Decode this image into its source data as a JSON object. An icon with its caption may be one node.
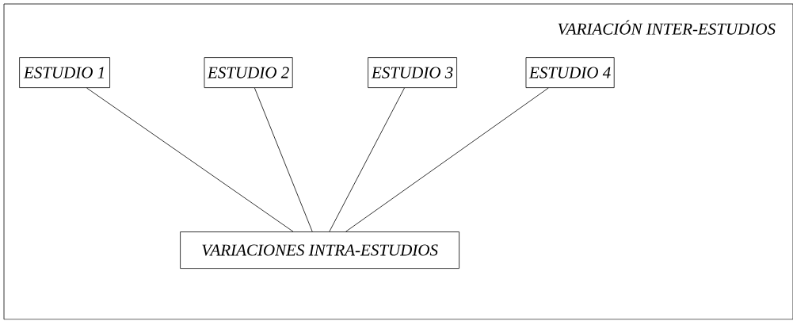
{
  "diagram": {
    "nodes": [
      {
        "text": [
          "VARIACIÓN INTER-ESTUDIOS"
        ]
      },
      {
        "text": [
          "ESTUDIO 1"
        ],
        "in": 0
      },
      {
        "text": [
          "ESTUDIO 2"
        ],
        "in": 0
      },
      {
        "text": [
          "ESTUDIO 3"
        ],
        "in": 0
      },
      {
        "text": [
          "ESTUDIO 4"
        ],
        "in": 0
      },
      {
        "text": [
          "VARIACIONES INTRA-ESTUDIOS"
        ],
        "in": 0
      }
    ],
    "edges": [
      {
        "from": 1,
        "to": 5,
        "arrow": "none"
      },
      {
        "from": 2,
        "to": 5,
        "arrow": "none"
      },
      {
        "from": 3,
        "to": 5,
        "arrow": "none"
      },
      {
        "from": 4,
        "to": 5,
        "arrow": "none"
      }
    ]
  }
}
